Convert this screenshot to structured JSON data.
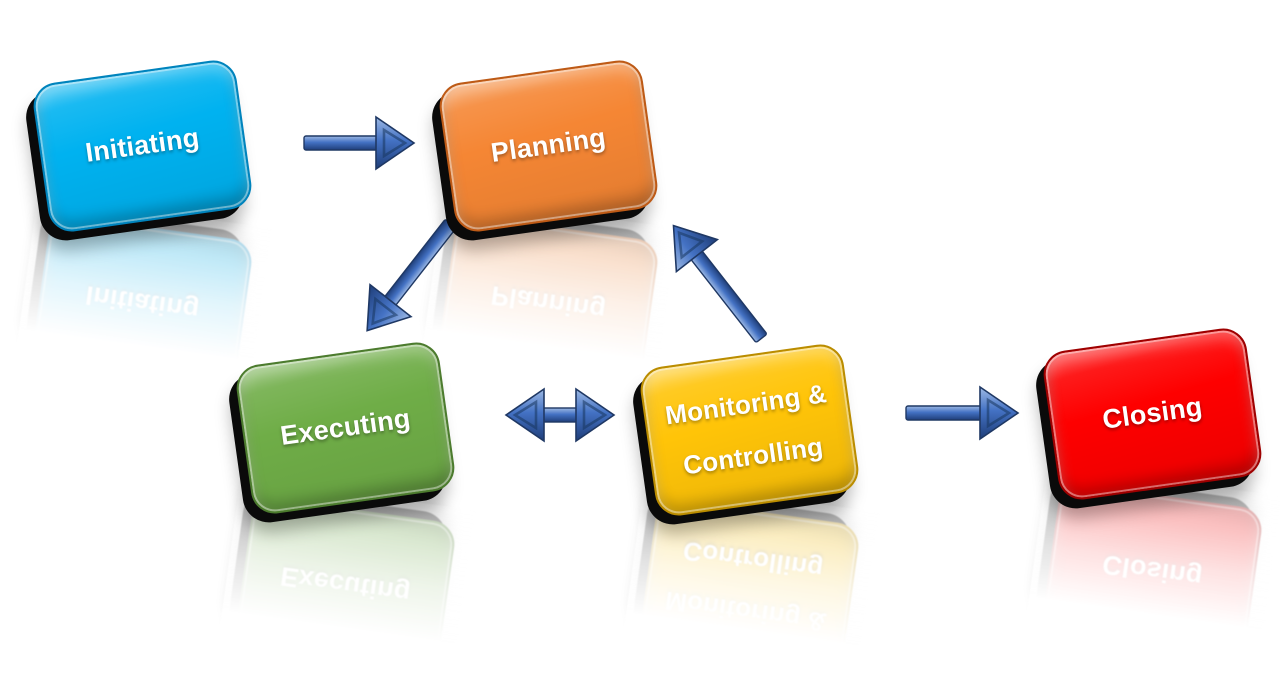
{
  "diagram": {
    "description": "Project process flow diagram with five 3D glossy rounded boxes and blue 3D arrows",
    "background": "#ffffff"
  },
  "nodes": {
    "initiating": {
      "label": "Initiating",
      "colors": {
        "fill": "#00B2F0",
        "border": "#0083BC"
      }
    },
    "planning": {
      "label": "Planning",
      "colors": {
        "fill": "#F58634",
        "border": "#BD5A16"
      }
    },
    "executing": {
      "label": "Executing",
      "colors": {
        "fill": "#6FAD47",
        "border": "#4C7B2E"
      }
    },
    "monitoring": {
      "label": "Monitoring & Controlling",
      "label_lines": [
        "Monitoring &",
        "Controlling"
      ],
      "colors": {
        "fill": "#FFC408",
        "border": "#BA8C00"
      }
    },
    "closing": {
      "label": "Closing",
      "colors": {
        "fill": "#FE0000",
        "border": "#9E0000"
      }
    }
  },
  "arrows": {
    "colors": {
      "fill": "#4472C4",
      "light": "#9DB9E4",
      "dark": "#1F3864"
    },
    "items": [
      {
        "name": "arrow-initiating-to-planning",
        "direction": "right"
      },
      {
        "name": "arrow-planning-to-executing",
        "direction": "down-left"
      },
      {
        "name": "arrow-monitoring-to-planning",
        "direction": "up-left"
      },
      {
        "name": "arrow-executing-monitoring-both",
        "direction": "double"
      },
      {
        "name": "arrow-monitoring-to-closing",
        "direction": "right"
      }
    ]
  }
}
